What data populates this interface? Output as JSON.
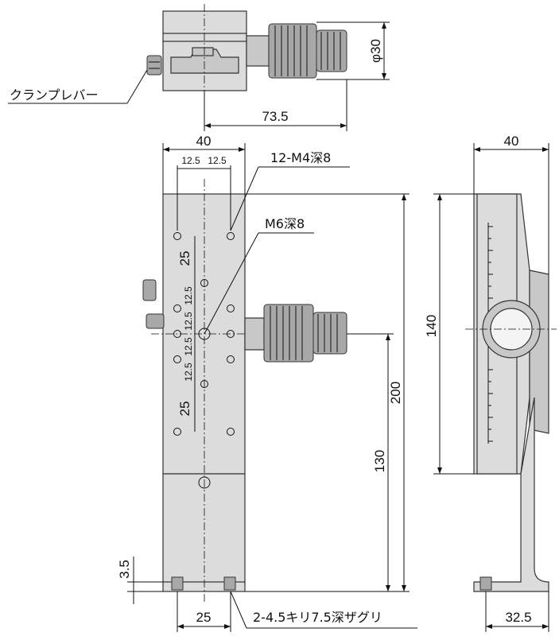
{
  "dimensions": {
    "top_diameter": "φ30",
    "top_width": "73.5",
    "front_width": "40",
    "front_half_left": "12.5",
    "front_half_right": "12.5",
    "pitch_upper": "25",
    "pitch_lower": "25",
    "small_pitch": [
      "12.5",
      "12.5",
      "12.5",
      "12.5"
    ],
    "total_height": "200",
    "lower_height": "130",
    "base_height": "3.5",
    "bottom_width": "25",
    "side_width": "40",
    "side_height": "140",
    "side_bottom": "32.5"
  },
  "labels": {
    "clamp_lever": "クランプレバー",
    "m4_holes": "12-M4深8",
    "m6_hole": "M6深8",
    "counterbore": "2-4.5キリ7.5深ザグリ"
  }
}
